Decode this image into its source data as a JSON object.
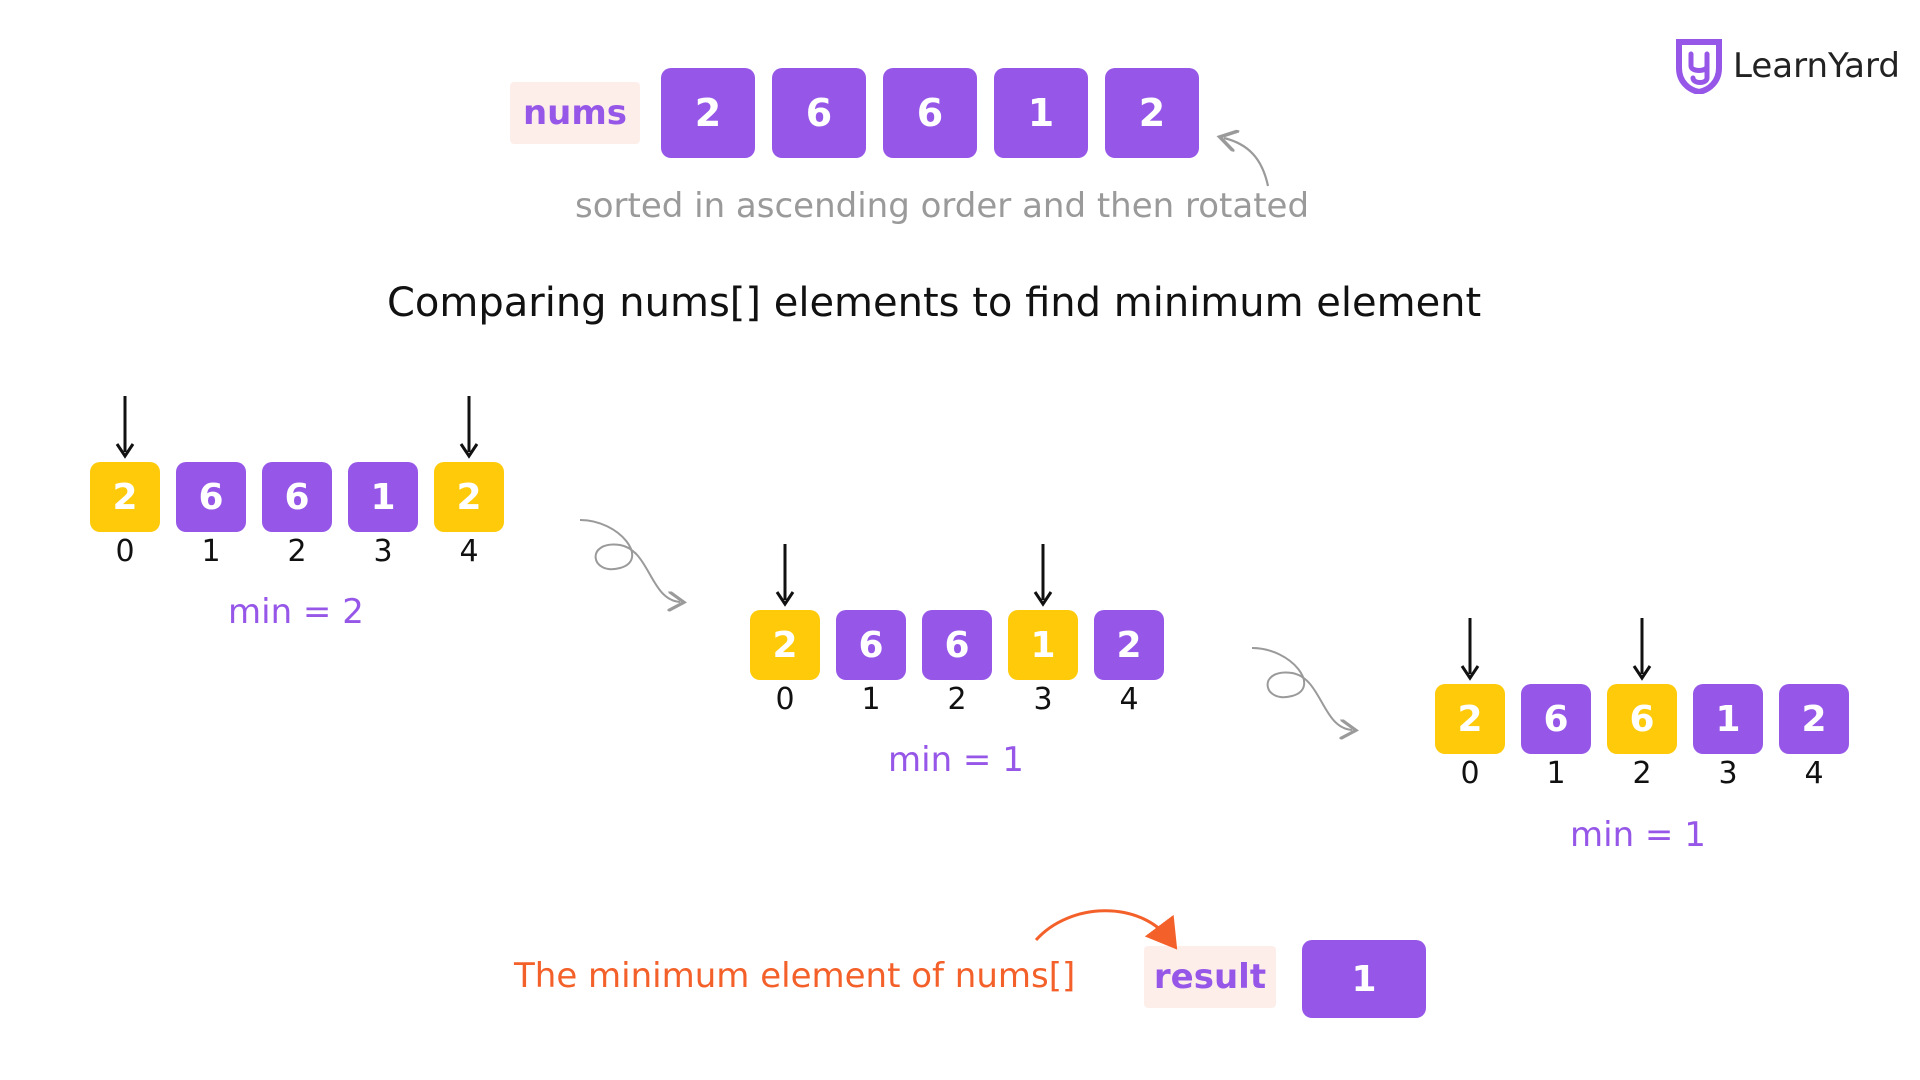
{
  "logo": {
    "text": "LearnYard"
  },
  "top": {
    "label": "nums",
    "values": [
      "2",
      "6",
      "6",
      "1",
      "2"
    ],
    "note": "sorted in ascending order and then rotated"
  },
  "heading": "Comparing nums[] elements to find minimum element",
  "steps": [
    {
      "values": [
        "2",
        "6",
        "6",
        "1",
        "2"
      ],
      "indices": [
        "0",
        "1",
        "2",
        "3",
        "4"
      ],
      "highlight": [
        0,
        4
      ],
      "min": "min = 2"
    },
    {
      "values": [
        "2",
        "6",
        "6",
        "1",
        "2"
      ],
      "indices": [
        "0",
        "1",
        "2",
        "3",
        "4"
      ],
      "highlight": [
        0,
        3
      ],
      "min": "min = 1"
    },
    {
      "values": [
        "2",
        "6",
        "6",
        "1",
        "2"
      ],
      "indices": [
        "0",
        "1",
        "2",
        "3",
        "4"
      ],
      "highlight": [
        0,
        2
      ],
      "min": "min = 1"
    }
  ],
  "result": {
    "note": "The minimum element of nums[]",
    "label": "result",
    "value": "1"
  },
  "colors": {
    "purple": "#9657e8",
    "yellow": "#ffca0a",
    "orange": "#f4602a",
    "pill_bg": "#fdeeea",
    "gray_text": "#9a9a9a"
  }
}
